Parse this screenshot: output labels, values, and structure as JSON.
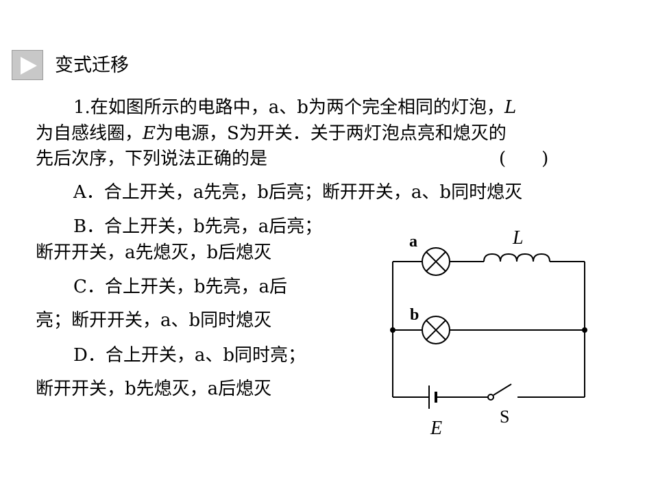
{
  "section": {
    "title": "变式迁移"
  },
  "question": {
    "line1": {
      "text": "1.在如图所示的电路中，a、b为两个完全相同的灯泡，",
      "italic": "L"
    },
    "line2": {
      "pre": "为自感线圈，",
      "italic": "E",
      "post": "为电源，S为开关．关于两灯泡点亮和熄灭的"
    },
    "line3": "先后次序，下列说法正确的是",
    "bracket": "(　　)"
  },
  "options": {
    "a": "A．合上开关，a先亮，b后亮；断开开关，a、b同时熄灭",
    "b1": "B．合上开关，b先亮，a后亮；",
    "b2": "断开开关，a先熄灭，b后熄灭",
    "c1": "C．合上开关，b先亮，a后",
    "c2": "亮；断开开关，a、b同时熄灭",
    "d1": "D．合上开关，a、b同时亮；",
    "d2": "断开开关，b先熄灭，a后熄灭"
  },
  "circuit": {
    "label_a": "a",
    "label_b": "b",
    "label_inductor": "L",
    "label_source": "E",
    "label_switch": "S"
  }
}
